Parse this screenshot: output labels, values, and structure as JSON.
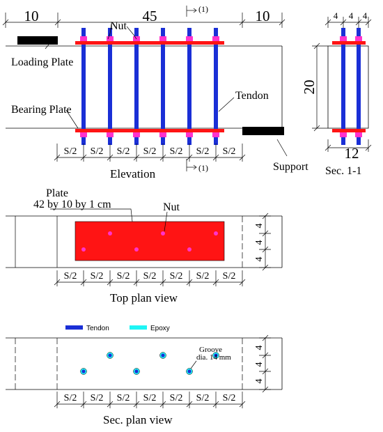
{
  "elevation": {
    "dim_left": "10",
    "dim_middle": "45",
    "dim_right": "10",
    "section_mark_top": "(1)",
    "section_mark_bottom": "(1)",
    "label_nut": "Nut",
    "label_loading_plate": "Loading Plate",
    "label_bearing_plate": "Bearing Plate",
    "label_tendon": "Tendon",
    "label_support": "Support",
    "title": "Elevation",
    "spacing": [
      "S/2",
      "S/2",
      "S/2",
      "S/2",
      "S/2",
      "S/2",
      "S/2"
    ]
  },
  "section": {
    "dim_top": [
      "4",
      "4",
      "4"
    ],
    "height": "20",
    "width": "12",
    "title": "Sec. 1-1"
  },
  "top_plan": {
    "plate_label_line1": "Plate",
    "plate_label_line2": "42 by 10 by 1 cm",
    "label_nut": "Nut",
    "dims_right": [
      "4",
      "4",
      "4"
    ],
    "spacing": [
      "S/2",
      "S/2",
      "S/2",
      "S/2",
      "S/2",
      "S/2",
      "S/2"
    ],
    "title": "Top plan view"
  },
  "sec_plan": {
    "legend_tendon": "Tendon",
    "legend_epoxy": "Epoxy",
    "groove_line1": "Groove",
    "groove_line2": "dia. 14 mm",
    "dims_right": [
      "4",
      "4",
      "4"
    ],
    "spacing": [
      "S/2",
      "S/2",
      "S/2",
      "S/2",
      "S/2",
      "S/2",
      "S/2"
    ],
    "title": "Sec. plan view"
  },
  "colors": {
    "tendon": "#1a2fd6",
    "plate": "#ff1414",
    "nut": "#ff33cc",
    "epoxy": "#1ff5f5",
    "black": "#000000"
  }
}
